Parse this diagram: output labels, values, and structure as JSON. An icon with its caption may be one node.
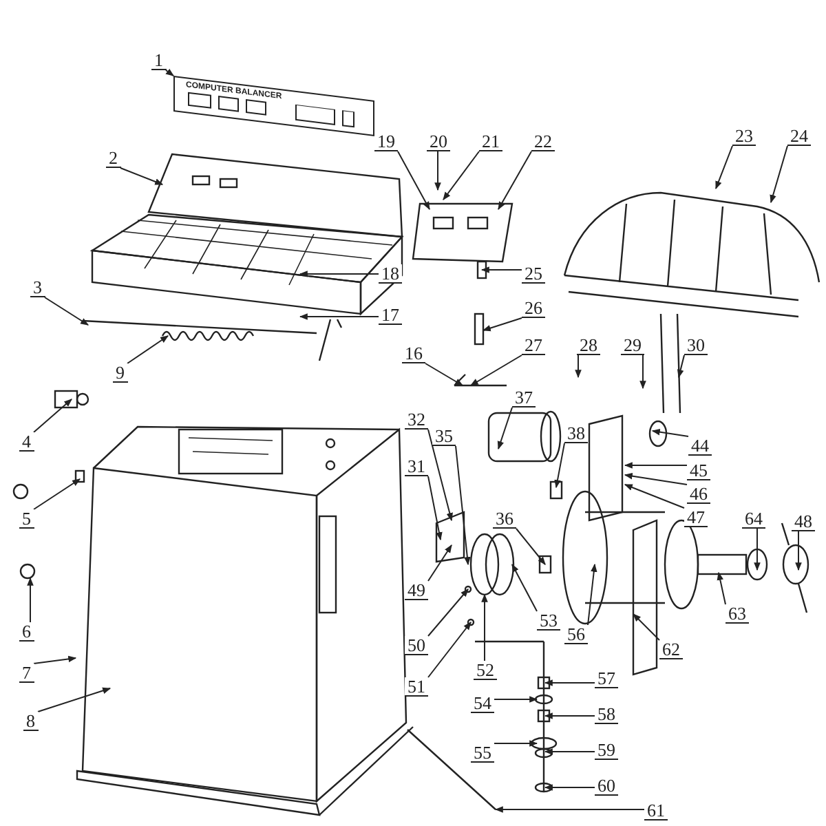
{
  "diagram": {
    "nodes": [
      {
        "text": [
          "1"
        ]
      },
      {
        "text": [
          "2"
        ]
      },
      {
        "text": [
          "3"
        ]
      },
      {
        "text": [
          "4"
        ]
      },
      {
        "text": [
          "5"
        ]
      },
      {
        "text": [
          "6"
        ]
      },
      {
        "text": [
          "7"
        ]
      },
      {
        "text": [
          "8"
        ]
      },
      {
        "text": [
          "9"
        ]
      },
      {
        "text": [
          "16"
        ]
      },
      {
        "text": [
          "17"
        ]
      },
      {
        "text": [
          "18"
        ]
      },
      {
        "text": [
          "19"
        ]
      },
      {
        "text": [
          "20"
        ]
      },
      {
        "text": [
          "21"
        ]
      },
      {
        "text": [
          "22"
        ]
      },
      {
        "text": [
          "23"
        ]
      },
      {
        "text": [
          "24"
        ]
      },
      {
        "text": [
          "25"
        ]
      },
      {
        "text": [
          "26"
        ]
      },
      {
        "text": [
          "27"
        ]
      },
      {
        "text": [
          "28"
        ]
      },
      {
        "text": [
          "29"
        ]
      },
      {
        "text": [
          "30"
        ]
      },
      {
        "text": [
          "31"
        ]
      },
      {
        "text": [
          "32"
        ]
      },
      {
        "text": [
          "35"
        ]
      },
      {
        "text": [
          "36"
        ]
      },
      {
        "text": [
          "37"
        ]
      },
      {
        "text": [
          "38"
        ]
      },
      {
        "text": [
          "44"
        ]
      },
      {
        "text": [
          "45"
        ]
      },
      {
        "text": [
          "46"
        ]
      },
      {
        "text": [
          "47"
        ]
      },
      {
        "text": [
          "48"
        ]
      },
      {
        "text": [
          "49"
        ]
      },
      {
        "text": [
          "50"
        ]
      },
      {
        "text": [
          "51"
        ]
      },
      {
        "text": [
          "52"
        ]
      },
      {
        "text": [
          "53"
        ]
      },
      {
        "text": [
          "54"
        ]
      },
      {
        "text": [
          "55"
        ]
      },
      {
        "text": [
          "56"
        ]
      },
      {
        "text": [
          "57"
        ]
      },
      {
        "text": [
          "58"
        ]
      },
      {
        "text": [
          "59"
        ]
      },
      {
        "text": [
          "60"
        ]
      },
      {
        "text": [
          "61"
        ]
      },
      {
        "text": [
          "62"
        ]
      },
      {
        "text": [
          "63"
        ]
      },
      {
        "text": [
          "64"
        ]
      },
      {
        "text": [
          "COMPUTER BALANCER"
        ]
      }
    ],
    "edges": [
      {
        "from": 0,
        "to": 51,
        "arrow": "to"
      },
      {
        "from": 1,
        "to": null,
        "arrow": "to"
      },
      {
        "from": 2,
        "to": null,
        "arrow": "to"
      },
      {
        "from": 3,
        "to": null,
        "arrow": "to"
      },
      {
        "from": 4,
        "to": null,
        "arrow": "to"
      },
      {
        "from": 5,
        "to": null,
        "arrow": "to"
      },
      {
        "from": 6,
        "to": null,
        "arrow": "to"
      },
      {
        "from": 7,
        "to": null,
        "arrow": "to"
      },
      {
        "from": 8,
        "to": null,
        "arrow": "to"
      },
      {
        "from": 9,
        "to": null,
        "arrow": "to"
      },
      {
        "from": 10,
        "to": null,
        "arrow": "to"
      },
      {
        "from": 11,
        "to": null,
        "arrow": "to"
      },
      {
        "from": 12,
        "to": null,
        "arrow": "to"
      },
      {
        "from": 13,
        "to": null,
        "arrow": "to"
      },
      {
        "from": 14,
        "to": null,
        "arrow": "to"
      },
      {
        "from": 15,
        "to": null,
        "arrow": "to"
      },
      {
        "from": 16,
        "to": null,
        "arrow": "to"
      },
      {
        "from": 17,
        "to": null,
        "arrow": "to"
      },
      {
        "from": 18,
        "to": null,
        "arrow": "to"
      },
      {
        "from": 19,
        "to": null,
        "arrow": "to"
      },
      {
        "from": 20,
        "to": null,
        "arrow": "to"
      },
      {
        "from": 21,
        "to": null,
        "arrow": "to"
      },
      {
        "from": 22,
        "to": null,
        "arrow": "to"
      },
      {
        "from": 23,
        "to": null,
        "arrow": "to"
      },
      {
        "from": 24,
        "to": null,
        "arrow": "to"
      },
      {
        "from": 25,
        "to": null,
        "arrow": "to"
      },
      {
        "from": 26,
        "to": null,
        "arrow": "to"
      },
      {
        "from": 27,
        "to": null,
        "arrow": "to"
      },
      {
        "from": 28,
        "to": null,
        "arrow": "to"
      },
      {
        "from": 29,
        "to": null,
        "arrow": "to"
      },
      {
        "from": 30,
        "to": null,
        "arrow": "to"
      },
      {
        "from": 31,
        "to": null,
        "arrow": "to"
      },
      {
        "from": 32,
        "to": null,
        "arrow": "to"
      },
      {
        "from": 33,
        "to": null,
        "arrow": "to"
      },
      {
        "from": 34,
        "to": null,
        "arrow": "to"
      },
      {
        "from": 35,
        "to": null,
        "arrow": "to"
      },
      {
        "from": 36,
        "to": null,
        "arrow": "to"
      },
      {
        "from": 37,
        "to": null,
        "arrow": "to"
      },
      {
        "from": 38,
        "to": null,
        "arrow": "to"
      },
      {
        "from": 39,
        "to": null,
        "arrow": "to"
      },
      {
        "from": 40,
        "to": null,
        "arrow": "to"
      },
      {
        "from": 41,
        "to": null,
        "arrow": "to"
      },
      {
        "from": 42,
        "to": null,
        "arrow": "to"
      },
      {
        "from": 43,
        "to": null,
        "arrow": "to"
      },
      {
        "from": 44,
        "to": null,
        "arrow": "to"
      },
      {
        "from": 45,
        "to": null,
        "arrow": "to"
      },
      {
        "from": 46,
        "to": null,
        "arrow": "to"
      },
      {
        "from": 47,
        "to": null,
        "arrow": "to"
      },
      {
        "from": 48,
        "to": null,
        "arrow": "to"
      },
      {
        "from": 49,
        "to": null,
        "arrow": "to"
      },
      {
        "from": 50,
        "to": null,
        "arrow": "to"
      }
    ]
  }
}
